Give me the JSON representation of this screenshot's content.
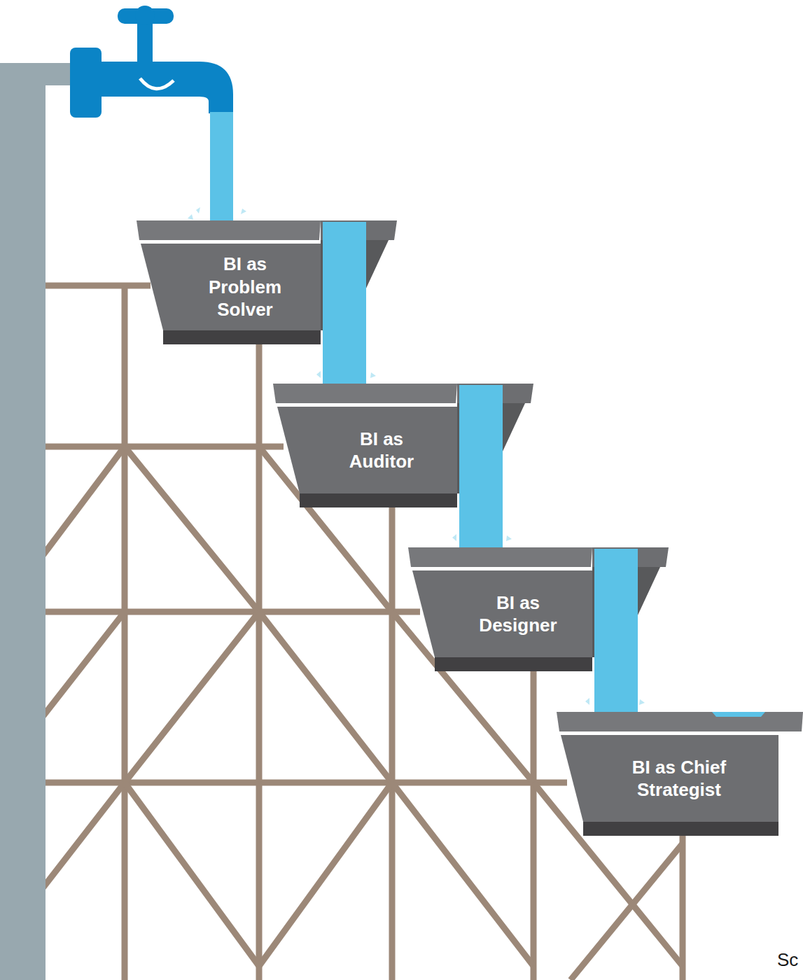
{
  "diagram": {
    "nodes": [
      {
        "text": [
          "BI as Problem Solver"
        ]
      },
      {
        "text": [
          "BI as Auditor"
        ]
      },
      {
        "text": [
          "BI as Designer"
        ]
      },
      {
        "text": [
          "BI as Chief Strategist"
        ]
      }
    ],
    "edges": [
      {
        "from": 0,
        "to": 1,
        "arrow": "none"
      },
      {
        "from": 1,
        "to": 2,
        "arrow": "none"
      },
      {
        "from": 2,
        "to": 3,
        "arrow": "none"
      }
    ],
    "labels": [
      "Sc"
    ]
  }
}
